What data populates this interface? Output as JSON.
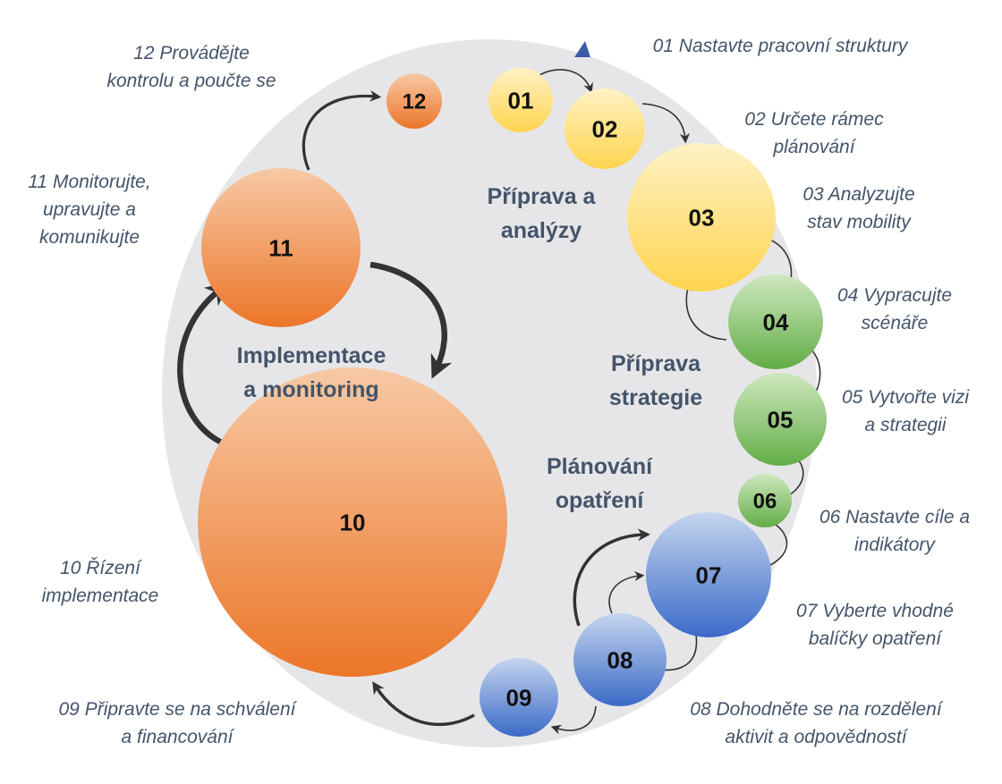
{
  "colors": {
    "background_disc": "#e6e6e8",
    "yellow": "#ffd44f",
    "green": "#62ad46",
    "blue": "#3b6ac7",
    "orange": "#ec7628",
    "phase_text": "#44546a",
    "arrow": "#333333",
    "marker": "#3a5ba8"
  },
  "icons": {
    "start_marker": "triangle-marker-icon"
  },
  "phases": [
    {
      "id": "analysis",
      "lines": [
        "Příprava a",
        "analýzy"
      ]
    },
    {
      "id": "strategy",
      "lines": [
        "Příprava",
        "strategie"
      ]
    },
    {
      "id": "measures",
      "lines": [
        "Plánování",
        "opatření"
      ]
    },
    {
      "id": "implementation",
      "lines": [
        "Implementace",
        "a monitoring"
      ]
    }
  ],
  "steps": [
    {
      "number": "01",
      "color": "yellow",
      "label_lines": [
        "01 Nastavte pracovní struktury"
      ]
    },
    {
      "number": "02",
      "color": "yellow",
      "label_lines": [
        "02 Určete rámec",
        "plánování"
      ]
    },
    {
      "number": "03",
      "color": "yellow",
      "label_lines": [
        "03 Analyzujte",
        "stav mobility"
      ]
    },
    {
      "number": "04",
      "color": "green",
      "label_lines": [
        "04 Vypracujte",
        "scénáře"
      ]
    },
    {
      "number": "05",
      "color": "green",
      "label_lines": [
        "05 Vytvořte vizi",
        "a strategii"
      ]
    },
    {
      "number": "06",
      "color": "green",
      "label_lines": [
        "06 Nastavte cíle a",
        "indikátory"
      ]
    },
    {
      "number": "07",
      "color": "blue",
      "label_lines": [
        "07 Vyberte vhodné",
        "balíčky opatření"
      ]
    },
    {
      "number": "08",
      "color": "blue",
      "label_lines": [
        "08  Dohodněte se na rozdělení",
        "aktivit a odpovědností"
      ]
    },
    {
      "number": "09",
      "color": "blue",
      "label_lines": [
        "09 Připravte se na schválení",
        "a financování"
      ]
    },
    {
      "number": "10",
      "color": "orange",
      "label_lines": [
        "10 Řízení",
        "implementace"
      ]
    },
    {
      "number": "11",
      "color": "orange",
      "label_lines": [
        "11 Monitorujte,",
        "upravujte a",
        "komunikujte"
      ]
    },
    {
      "number": "12",
      "color": "orange",
      "label_lines": [
        "12 Provádějte",
        "kontrolu a poučte se"
      ]
    }
  ]
}
